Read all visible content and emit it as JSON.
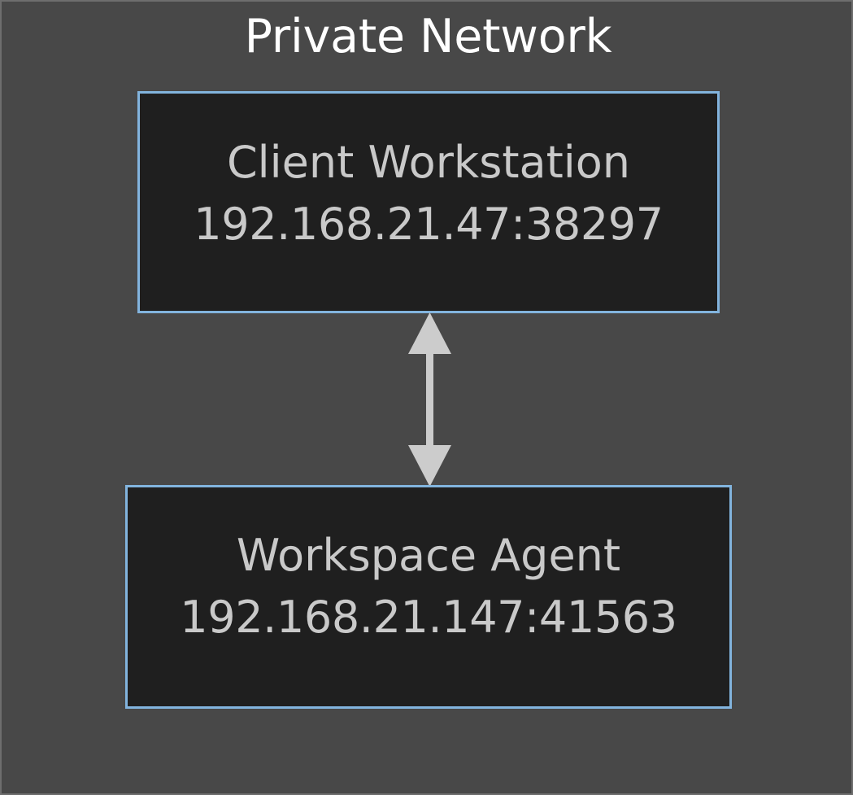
{
  "diagram": {
    "title": "Private Network",
    "title_color": "#ffffff",
    "canvas_background": "#484848",
    "canvas_border_color": "#6e6e6e",
    "nodes": [
      {
        "id": "client-workstation",
        "name": "Client Workstation",
        "address": "192.168.21.47:38297",
        "fill_color": "#1f1f1f",
        "border_color": "#82b4de",
        "text_color": "#c9c9c9"
      },
      {
        "id": "workspace-agent",
        "name": "Workspace Agent",
        "address": "192.168.21.147:41563",
        "fill_color": "#1f1f1f",
        "border_color": "#82b4de",
        "text_color": "#c9c9c9"
      }
    ],
    "connector": {
      "icon": "double-headed-vertical-arrow",
      "from": "client-workstation",
      "to": "workspace-agent",
      "direction": "bidirectional",
      "color": "#cccccc",
      "label": ""
    }
  }
}
